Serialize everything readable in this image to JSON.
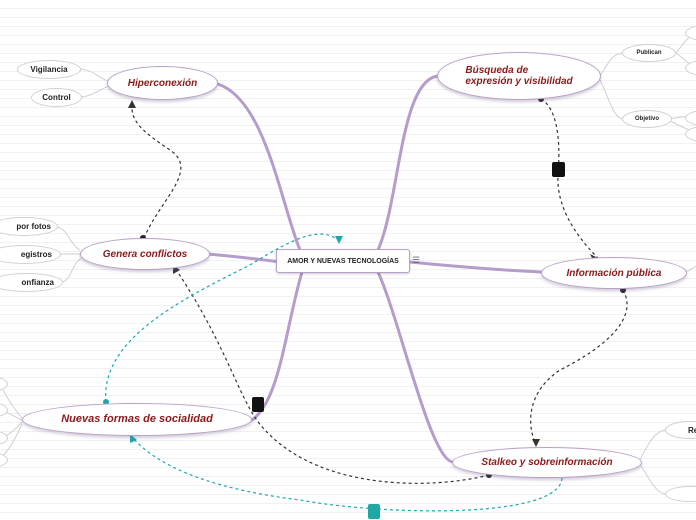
{
  "center": {
    "label": "AMOR Y NUEVAS TECNOLOGÍAS",
    "menu_icon": "menu-icon"
  },
  "nodes": {
    "hiperconexion": "Hiperconexión",
    "busqueda": "Búsqueda de\nexpresión y visibilidad",
    "genera": "Genera conflictos",
    "informacion": "Información pública",
    "nuevas": "Nuevas formas de socialidad",
    "stalkeo": "Stalkeo y sobreinformación"
  },
  "leaves": {
    "vigilancia": "Vigilancia",
    "control": "Control",
    "por_fotos": "por fotos",
    "registros": "egistros",
    "confianza": "onfianza",
    "publican": "Publican",
    "objetivo": "Objetivo",
    "re": "Re"
  },
  "colors": {
    "branch": "#b59ccb",
    "node_text": "#8b1a1a",
    "dark_link": "#333333",
    "teal_link": "#21a5ad"
  }
}
